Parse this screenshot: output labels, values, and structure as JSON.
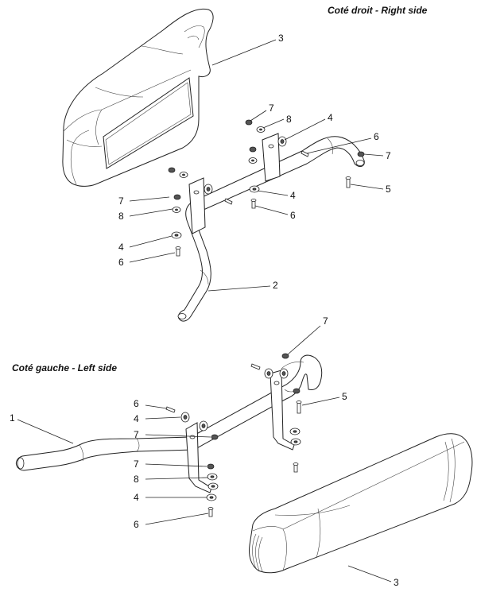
{
  "titles": {
    "right": "Coté droit - Right side",
    "left": "Coté gauche - Left side"
  },
  "callouts": {
    "r3": "3",
    "r7a": "7",
    "r8a": "8",
    "r4a": "4",
    "r6a": "6",
    "r7b": "7",
    "r5": "5",
    "r7c": "7",
    "r4b": "4",
    "r8b": "8",
    "r6b": "6",
    "r4c": "4",
    "r6c": "6",
    "r2": "2",
    "l7a": "7",
    "l5": "5",
    "l6a": "6",
    "l4a": "4",
    "l1": "1",
    "l7b": "7",
    "l7c": "7",
    "l8": "8",
    "l4b": "4",
    "l6b": "6",
    "l3": "3"
  }
}
